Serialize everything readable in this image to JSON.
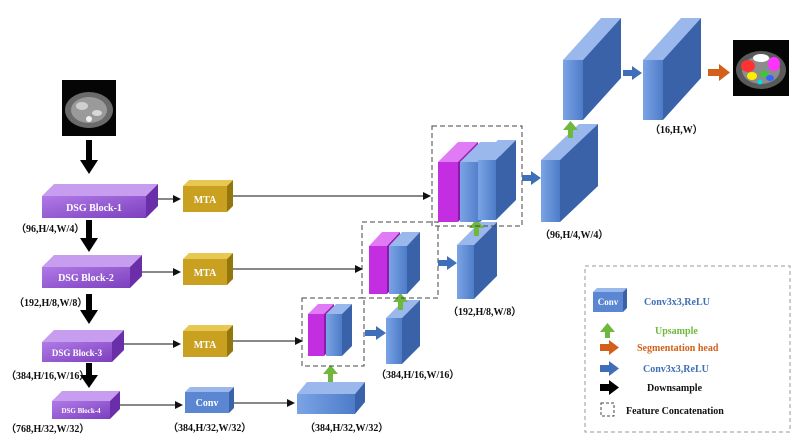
{
  "encoder": {
    "blocks": [
      {
        "name": "DSG Block-1",
        "dims": "（96,H/4,W/4）"
      },
      {
        "name": "DSG Block-2",
        "dims": "（192,H/8,W/8）"
      },
      {
        "name": "DSG Block-3",
        "dims": "（384,H/16,W/16）"
      },
      {
        "name": "DSG Block-4",
        "dims": "（768,H/32,W/32）"
      }
    ],
    "mta_label": "MTA",
    "conv_label": "Conv",
    "conv_dims": "（384,H/32,W/32）"
  },
  "decoder": {
    "dims": [
      "（384,H/32,W/32）",
      "（384,H/16,W/16）",
      "（192,H/8,W/8）",
      "（96,H/4,W/4）",
      "（16,H,W）"
    ]
  },
  "legend": {
    "conv_box": "Conv",
    "conv_text": "Conv3x3,ReLU",
    "upsample": "Upsample",
    "seg_head": "Segmentation head",
    "conv_arrow_text": "Conv3x3,ReLU",
    "downsample": "Downsample",
    "concat": "Feature Concatenation"
  },
  "colors": {
    "purple": "#9a4dd8",
    "mta_gold": "#c8a020",
    "blue": "#4f7fd0",
    "magenta": "#c22ee0",
    "green_arrow": "#6fb83b",
    "orange_arrow": "#d2601a",
    "blue_arrow": "#3e6fb8"
  }
}
